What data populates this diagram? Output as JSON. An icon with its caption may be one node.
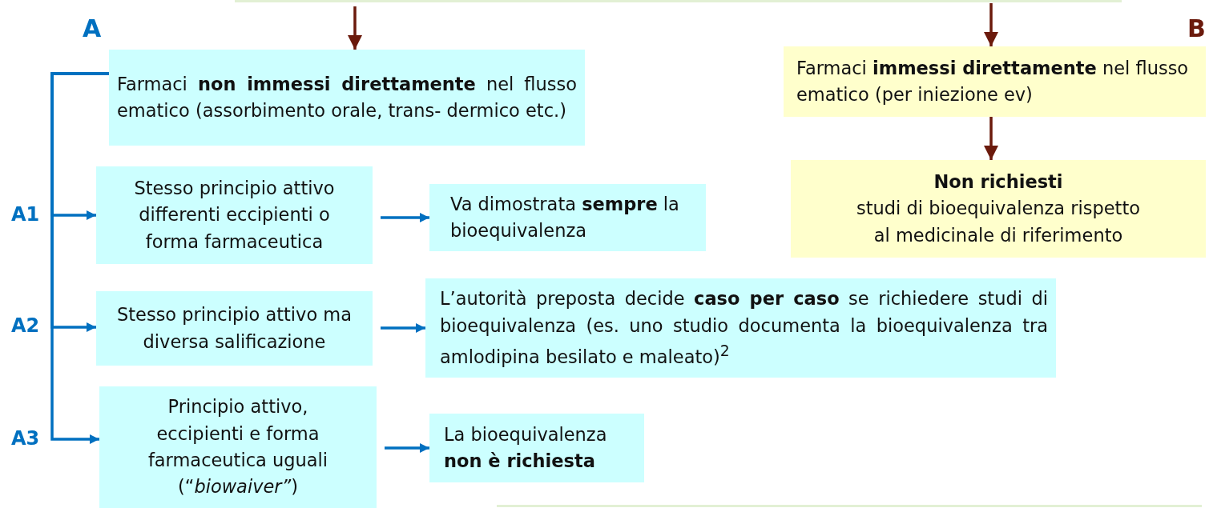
{
  "diagram": {
    "nodes": [
      {
        "text": [
          "Farmaci  **non immessi direttamente** nel flusso ematico (assorbimento orale, trans- dermico etc.)"
        ]
      },
      {
        "text": [
          "Stesso principio attivo differenti eccipienti o forma farmaceutica"
        ]
      },
      {
        "text": [
          "Va dimostrata **sempre** la bioequivalenza"
        ]
      },
      {
        "text": [
          "Stesso principio attivo ma diversa salificazione"
        ]
      },
      {
        "text": [
          "L’autorità preposta decide **caso per caso** se richiedere studi di bioequivalenza (es. uno studio documenta la bioequivalenza tra amlodipina besilato e maleato)$^{2}$"
        ]
      },
      {
        "text": [
          "Principio attivo, eccipienti e forma farmaceutica uguali (“*biowaiver”*)"
        ]
      },
      {
        "text": [
          "La bioequivalenza **non è richiesta**"
        ]
      },
      {
        "text": [
          "Farmaci **immessi direttamente** nel flusso ematico (per iniezione ev)"
        ]
      },
      {
        "text": [
          "Non richiesti",
          "studi di bioequivalenza rispetto al medicinale di riferimento"
        ]
      }
    ],
    "edges": [
      {
        "from": null,
        "to": 0,
        "arrow": "to",
        "color": "#6b1a0c"
      },
      {
        "from": null,
        "to": 7,
        "arrow": "to",
        "color": "#6b1a0c"
      },
      {
        "from": 7,
        "to": 8,
        "arrow": "to",
        "color": "#6b1a0c"
      },
      {
        "from": 0,
        "to": 1,
        "arrow": "to"
      },
      {
        "from": 0,
        "to": 3,
        "arrow": "to"
      },
      {
        "from": 0,
        "to": 5,
        "arrow": "to"
      },
      {
        "from": 1,
        "to": 2,
        "arrow": "to"
      },
      {
        "from": 3,
        "to": 4,
        "arrow": "to"
      },
      {
        "from": 5,
        "to": 6,
        "arrow": "to"
      }
    ],
    "labels": [
      "A",
      "B",
      "A1",
      "A2",
      "A3"
    ]
  }
}
